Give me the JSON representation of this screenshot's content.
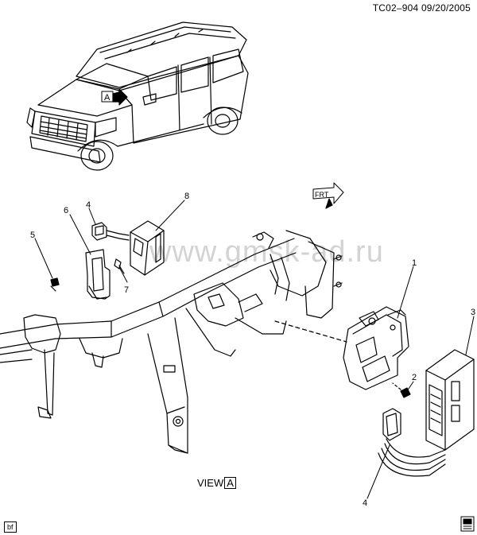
{
  "header": {
    "code": "TC02–904",
    "date": "09/20/2005"
  },
  "view": {
    "prefix": "VIEW",
    "letter": "A"
  },
  "arrow_label": "A",
  "front_label": "FRT",
  "watermark": "www.gmsk-ad.ru",
  "corner_label": "bf",
  "callouts": [
    {
      "id": "c1",
      "text": "1"
    },
    {
      "id": "c2",
      "text": "2"
    },
    {
      "id": "c3",
      "text": "3"
    },
    {
      "id": "c4a",
      "text": "4"
    },
    {
      "id": "c4b",
      "text": "4"
    },
    {
      "id": "c5",
      "text": "5"
    },
    {
      "id": "c6",
      "text": "6"
    },
    {
      "id": "c7",
      "text": "7"
    },
    {
      "id": "c8",
      "text": "8"
    }
  ]
}
